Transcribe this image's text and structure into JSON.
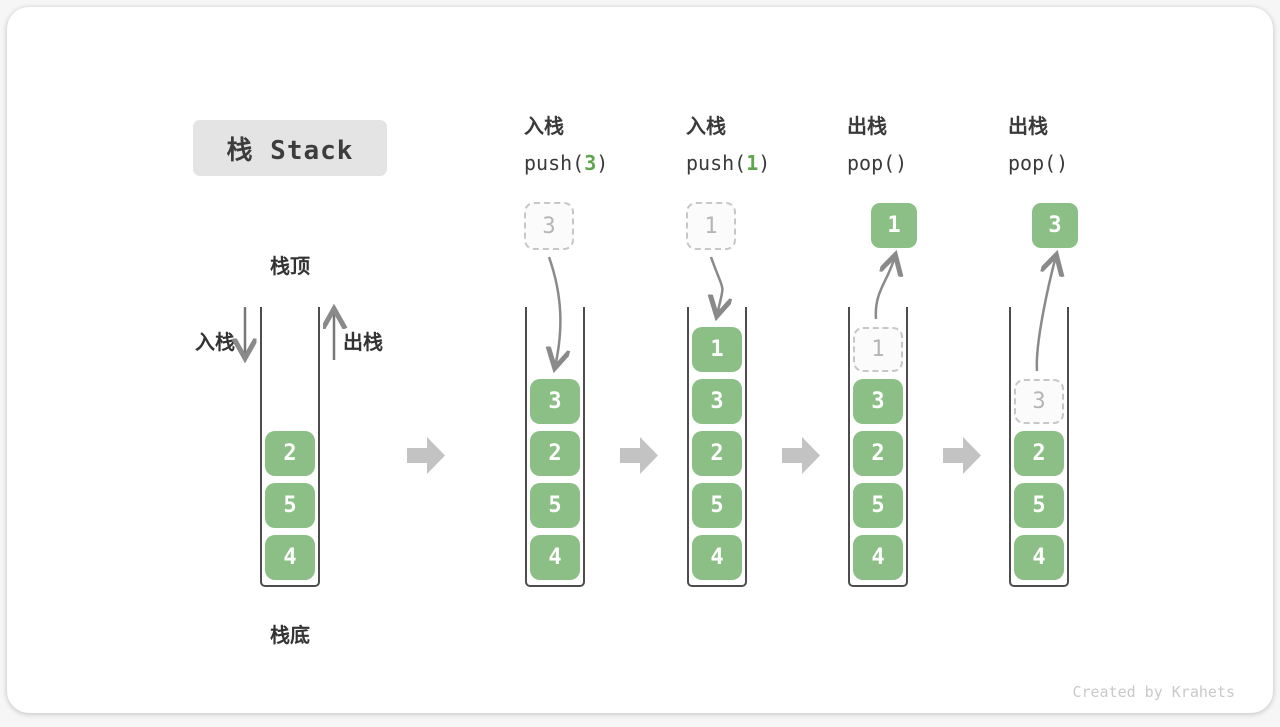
{
  "title": {
    "text": "栈 Stack"
  },
  "legend": {
    "top_label": "栈顶",
    "bottom_label": "栈底",
    "push_label": "入栈",
    "pop_label": "出栈"
  },
  "watermark": "Created by Krahets",
  "colors": {
    "green": "#8cbf85",
    "code_green": "#5fa54e",
    "arrow_gray": "#8a8a8a",
    "block_arrow_gray": "#c3c3c3",
    "title_bg": "#e4e4e4",
    "text_dark": "#3a3a3a"
  },
  "stages": [
    {
      "name": "initial-stack",
      "op": null,
      "float": null,
      "arrow": null,
      "items": [
        {
          "v": "2",
          "ghost": false
        },
        {
          "v": "5",
          "ghost": false
        },
        {
          "v": "4",
          "ghost": false
        }
      ]
    },
    {
      "name": "push-3",
      "op": {
        "zh": "入栈",
        "code_pre": "push(",
        "code_arg": "3",
        "code_post": ")"
      },
      "float": {
        "v": "3",
        "ghost": true
      },
      "arrow": "push",
      "items": [
        {
          "v": "3",
          "ghost": false
        },
        {
          "v": "2",
          "ghost": false
        },
        {
          "v": "5",
          "ghost": false
        },
        {
          "v": "4",
          "ghost": false
        }
      ]
    },
    {
      "name": "push-1",
      "op": {
        "zh": "入栈",
        "code_pre": "push(",
        "code_arg": "1",
        "code_post": ")"
      },
      "float": {
        "v": "1",
        "ghost": true
      },
      "arrow": "push",
      "items": [
        {
          "v": "1",
          "ghost": false
        },
        {
          "v": "3",
          "ghost": false
        },
        {
          "v": "2",
          "ghost": false
        },
        {
          "v": "5",
          "ghost": false
        },
        {
          "v": "4",
          "ghost": false
        }
      ]
    },
    {
      "name": "pop-1",
      "op": {
        "zh": "出栈",
        "code_pre": "pop()",
        "code_arg": "",
        "code_post": ""
      },
      "float": {
        "v": "1",
        "ghost": false
      },
      "arrow": "pop",
      "items": [
        {
          "v": "1",
          "ghost": true
        },
        {
          "v": "3",
          "ghost": false
        },
        {
          "v": "2",
          "ghost": false
        },
        {
          "v": "5",
          "ghost": false
        },
        {
          "v": "4",
          "ghost": false
        }
      ]
    },
    {
      "name": "pop-3",
      "op": {
        "zh": "出栈",
        "code_pre": "pop()",
        "code_arg": "",
        "code_post": ""
      },
      "float": {
        "v": "3",
        "ghost": false
      },
      "arrow": "pop",
      "items": [
        {
          "v": "3",
          "ghost": true
        },
        {
          "v": "2",
          "ghost": false
        },
        {
          "v": "5",
          "ghost": false
        },
        {
          "v": "4",
          "ghost": false
        }
      ]
    }
  ]
}
